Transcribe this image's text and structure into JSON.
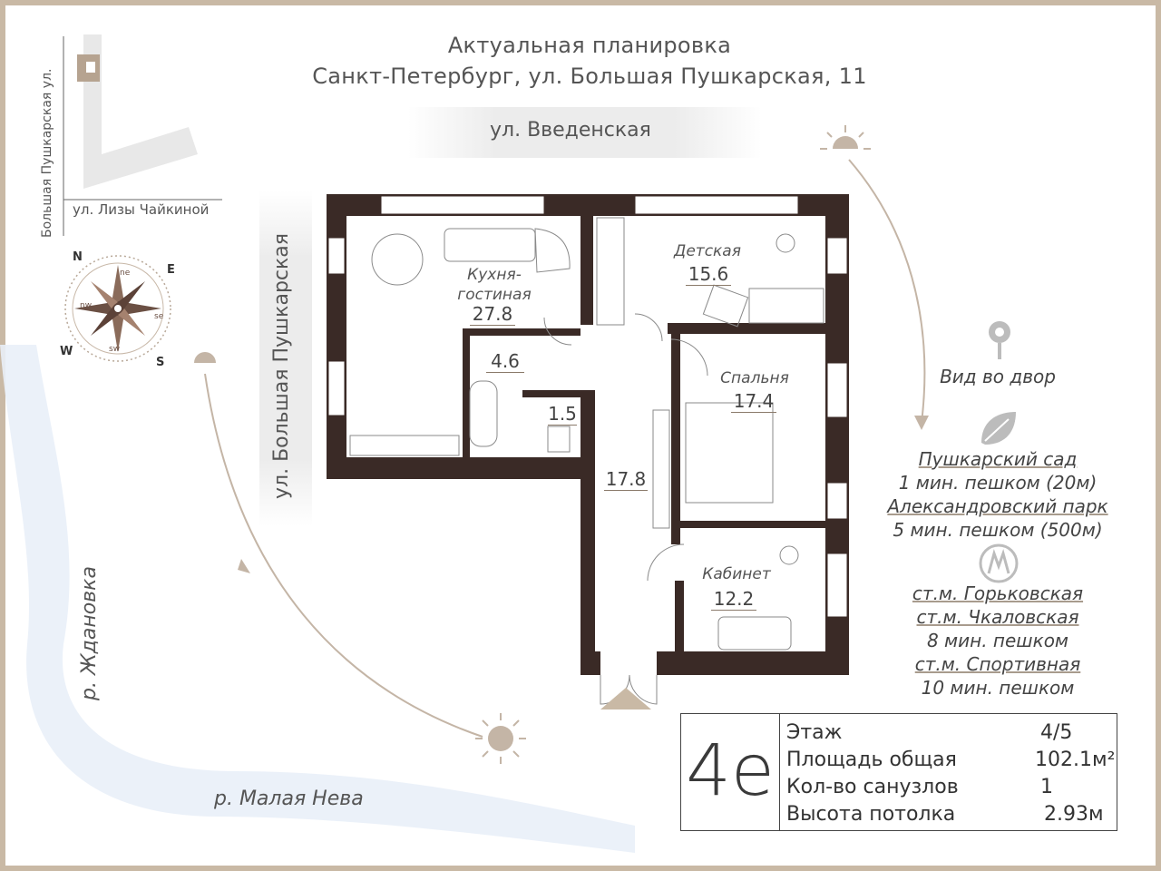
{
  "header": {
    "line1": "Актуальная планировка",
    "line2": "Санкт-Петербург, ул. Большая Пушкарская, 11"
  },
  "streets": {
    "top": "ул. Введенская",
    "side": "ул. Большая Пушкарская",
    "minimap_vertical": "Большая Пушкарская ул.",
    "minimap_horizontal": "ул. Лизы Чайкиной"
  },
  "rivers": {
    "left": "р. Ждановка",
    "bottom": "р. Малая Нева"
  },
  "compass": {
    "labels": [
      "N",
      "E",
      "S",
      "W"
    ],
    "subs": [
      "ne",
      "se",
      "sw",
      "nw"
    ]
  },
  "rooms": [
    {
      "name": "Кухня-\nгостиная",
      "area": "27.8"
    },
    {
      "name": "Детская",
      "area": "15.6"
    },
    {
      "name": "Спальня",
      "area": "17.4"
    },
    {
      "name": "Кабинет",
      "area": "12.2"
    },
    {
      "name": "",
      "area": "4.6"
    },
    {
      "name": "",
      "area": "1.5"
    },
    {
      "name": "",
      "area": "17.8"
    }
  ],
  "info": {
    "view": "Вид во двор",
    "park1": "Пушкарский сад",
    "park1_time": "1 мин. пешком (20м)",
    "park2": "Александровский парк",
    "park2_time": "5 мин. пешком (500м)",
    "metro1": "ст.м. Горьковская",
    "metro2": "ст.м. Чкаловская",
    "metro12_time": "8 мин. пешком",
    "metro3": "ст.м. Спортивная",
    "metro3_time": "10 мин. пешком"
  },
  "specs": {
    "code": "4е",
    "floor_label": "Этаж",
    "floor_value": "4/5",
    "area_label": "Площадь общая",
    "area_value": "102.1м²",
    "baths_label": "Кол-во санузлов",
    "baths_value": "1",
    "height_label": "Высота потолка",
    "height_value": "2.93м"
  },
  "colors": {
    "wall": "#3a2a26",
    "frame": "#c9b9a5",
    "accent": "#a89b8d",
    "river": "#e6eef7"
  }
}
